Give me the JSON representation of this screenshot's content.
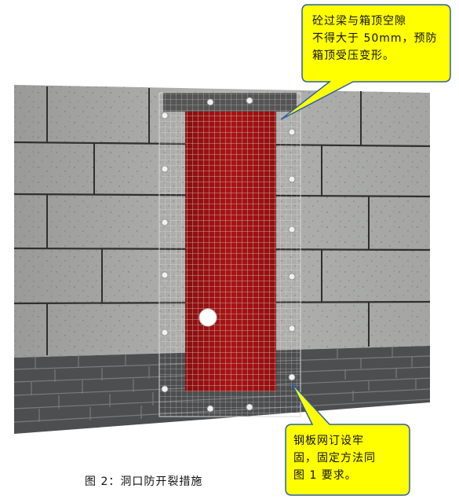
{
  "callout_top": {
    "lines": [
      "砼过梁与箱顶空隙",
      "不得大于 50mm，预防",
      "箱顶受压变形。"
    ]
  },
  "callout_bottom": {
    "lines": [
      "钢板网订设牢",
      "固，固定方法同",
      "图 1 要求。"
    ]
  },
  "caption": "图 2：洞口防开裂措施",
  "colors": {
    "callout_fill": "#ffff00",
    "opening_fill": "#a01010",
    "block_wall": "#a9aaa8",
    "brick_base": "#4d4e4f",
    "lintel": "#555555"
  }
}
